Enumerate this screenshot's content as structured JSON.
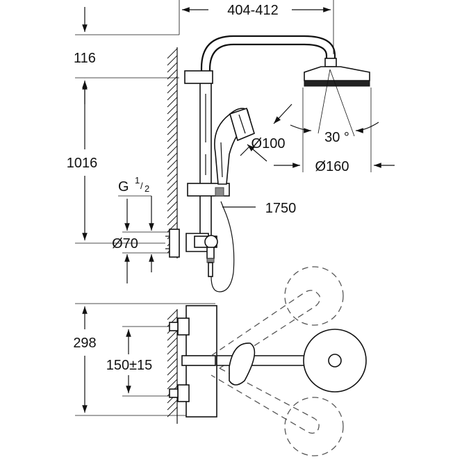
{
  "dimensions": {
    "arm_length": "404-412",
    "wall_to_arm": "116",
    "connection_to_rail": "1016",
    "thread_prefix": "G",
    "thread_num": "1",
    "thread_den": "2",
    "flange_diameter": "Ø70",
    "hand_shower_diameter": "Ø100",
    "head_shower_diameter": "Ø160",
    "spray_angle": "30 °",
    "hose_length": "1750",
    "mixer_height": "298",
    "connection_spacing": "150±15"
  }
}
